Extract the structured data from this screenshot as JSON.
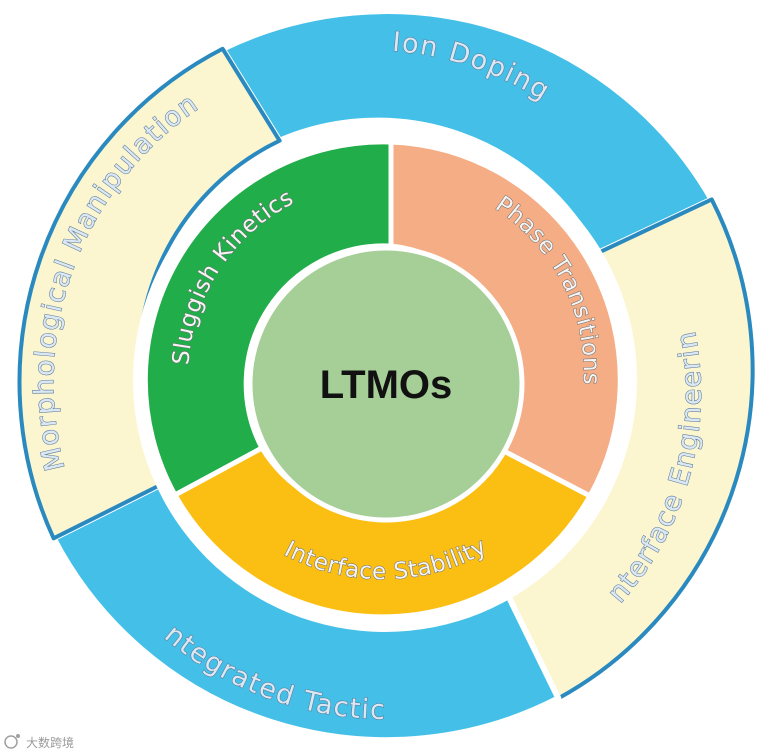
{
  "center": {
    "label": "LTMOs",
    "color": "#a6cf98"
  },
  "inner_ring": [
    {
      "label": "Sluggish Kinetics",
      "color": "#21ad4a"
    },
    {
      "label": "Phase Transitions",
      "color": "#f4ad84"
    },
    {
      "label": "Interface Stability",
      "color": "#fbbf13"
    }
  ],
  "outer_ring": [
    {
      "label": "Ion Doping",
      "color": "#44c0e8"
    },
    {
      "label": "Interface Engineering",
      "color": "#fbf6cf"
    },
    {
      "label": "Integrated Tactics",
      "color": "#44c0e8"
    },
    {
      "label": "Morphological Manipulation",
      "color": "#fbf6cf"
    }
  ],
  "watermark": {
    "text": "大数跨境"
  }
}
